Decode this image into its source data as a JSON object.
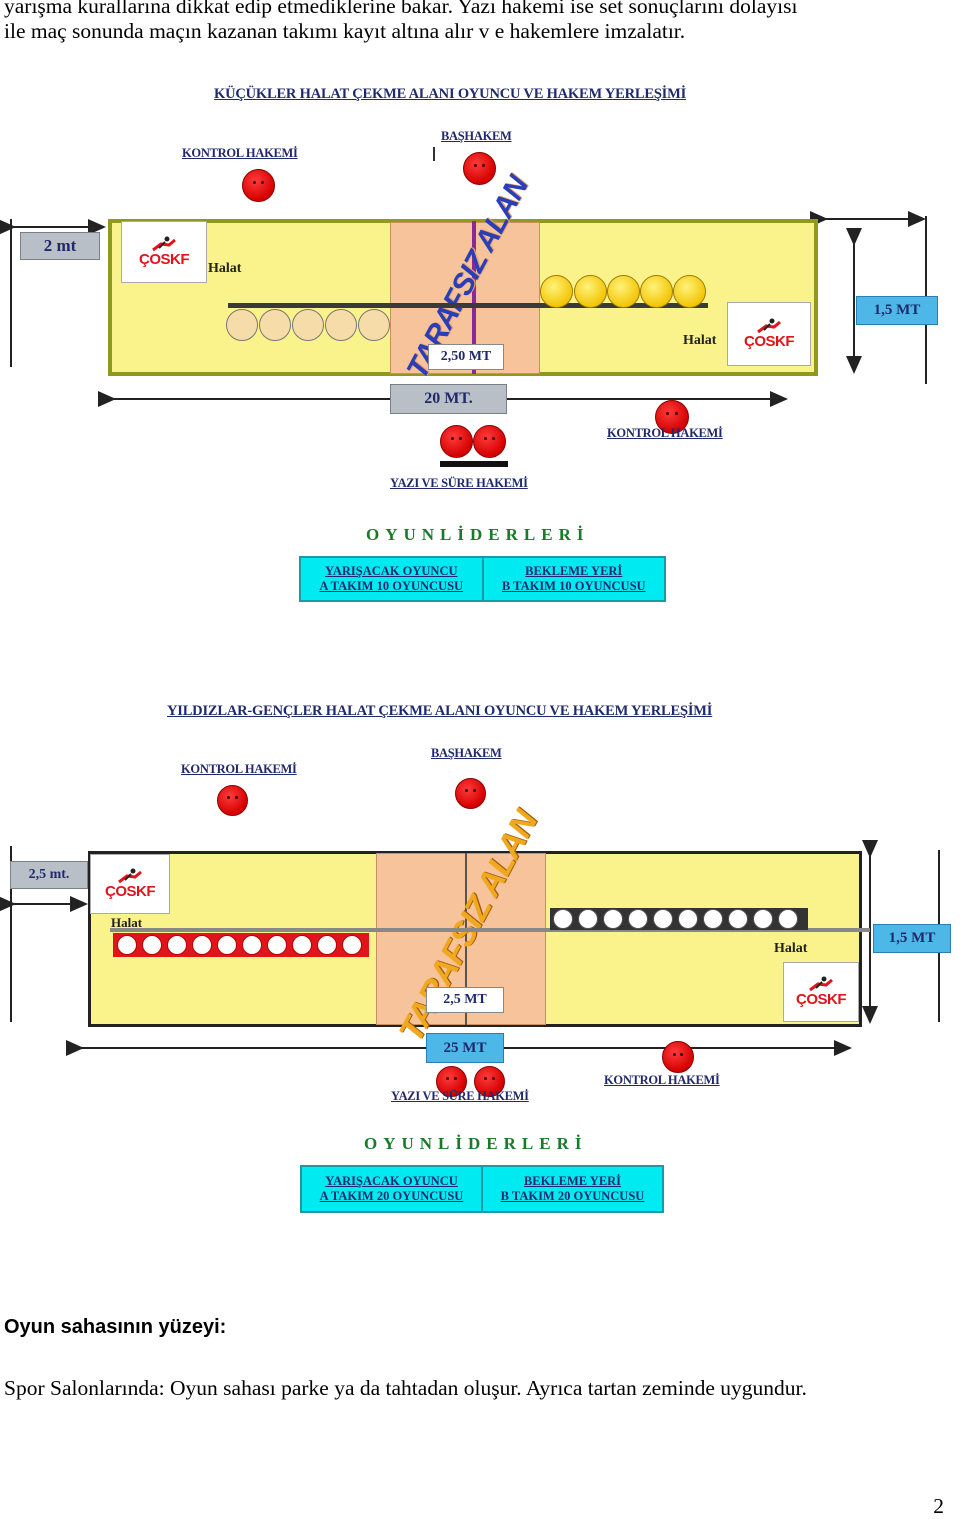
{
  "intro": {
    "line1": "yarışma kurallarına dikkat edip etmediklerine bakar. Yazı hakemi ise set sonuçlarını dolayısı",
    "line2": "ile maç sonunda maçın kazanan takımı kayıt altına alır v e hakemlere imzalatır."
  },
  "diagram1": {
    "title": "KÜÇÜKLER HALAT ÇEKME ALANI OYUNCU VE HAKEM YERLEŞİMİ",
    "kontrol_hakemi_top": "KONTROL HAKEMİ",
    "bashakem": "BAŞHAKEM",
    "side_width": "2 mt",
    "halat_left": "Halat",
    "halat_right": "Halat",
    "neutral_zone": "TARAFSIZ ALAN",
    "neutral_width": "2,50 MT",
    "right_width": "1,5 MT",
    "length": "20 MT.",
    "kontrol_hakemi_bottom": "KONTROL HAKEMİ",
    "yazi_sure": "YAZI VE SÜRE HAKEMİ",
    "liderler": "OYUNLİDERLERİ",
    "box_left_line1": "YARIŞACAK OYUNCU",
    "box_left_line2": "A TAKIM 10 OYUNCUSU",
    "box_right_line1": "BEKLEME YERİ",
    "box_right_line2": "B TAKIM 10 OYUNCUSU",
    "logo_text": "ÇOSKF"
  },
  "diagram2": {
    "title": "YILDIZLAR-GENÇLER HALAT ÇEKME ALANI OYUNCU VE HAKEM YERLEŞİMİ",
    "kontrol_hakemi_top": "KONTROL HAKEMİ",
    "bashakem": "BAŞHAKEM",
    "side_width": "2,5 mt.",
    "halat_left": "Halat",
    "halat_right": "Halat",
    "neutral_zone": "TARAFSIZ ALAN",
    "neutral_width": "2,5 MT",
    "right_width": "1,5 MT",
    "length": "25 MT",
    "kontrol_hakemi_bottom": "KONTROL HAKEMİ",
    "yazi_sure": "YAZI VE SÜRE HAKEMİ",
    "liderler": "OYUNLİDERLERİ",
    "box_left_line1": "YARIŞACAK OYUNCU",
    "box_left_line2": "A TAKIM 20 OYUNCUSU",
    "box_right_line1": "BEKLEME YERİ",
    "box_right_line2": "B TAKIM 20 OYUNCUSU",
    "logo_text": "ÇOSKF"
  },
  "section": {
    "heading": "Oyun sahasının yüzeyi:",
    "body": "Spor Salonlarında: Oyun sahası parke ya da tahtadan oluşur. Ayrıca tartan zeminde uygundur."
  },
  "page_number": "2"
}
